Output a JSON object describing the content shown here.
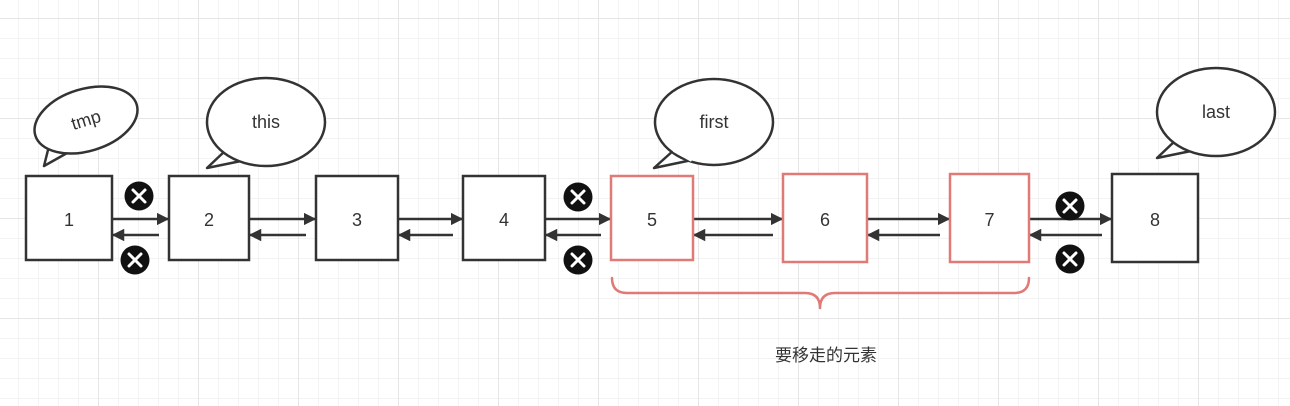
{
  "diagram": {
    "nodes": [
      {
        "label": "1",
        "removed": false
      },
      {
        "label": "2",
        "removed": false
      },
      {
        "label": "3",
        "removed": false
      },
      {
        "label": "4",
        "removed": false
      },
      {
        "label": "5",
        "removed": true
      },
      {
        "label": "6",
        "removed": true
      },
      {
        "label": "7",
        "removed": true
      },
      {
        "label": "8",
        "removed": false
      }
    ],
    "pointers": [
      {
        "label": "tmp",
        "target": "1"
      },
      {
        "label": "this",
        "target": "2"
      },
      {
        "label": "first",
        "target": "5"
      },
      {
        "label": "last",
        "target": "8"
      }
    ],
    "broken_links": [
      "1-2",
      "4-5",
      "7-8"
    ],
    "brace_label": "要移走的元素",
    "colors": {
      "line": "#333333",
      "removed": "#e07a76",
      "grid": "#e6e6e6",
      "cross_badge": "#111111"
    }
  }
}
